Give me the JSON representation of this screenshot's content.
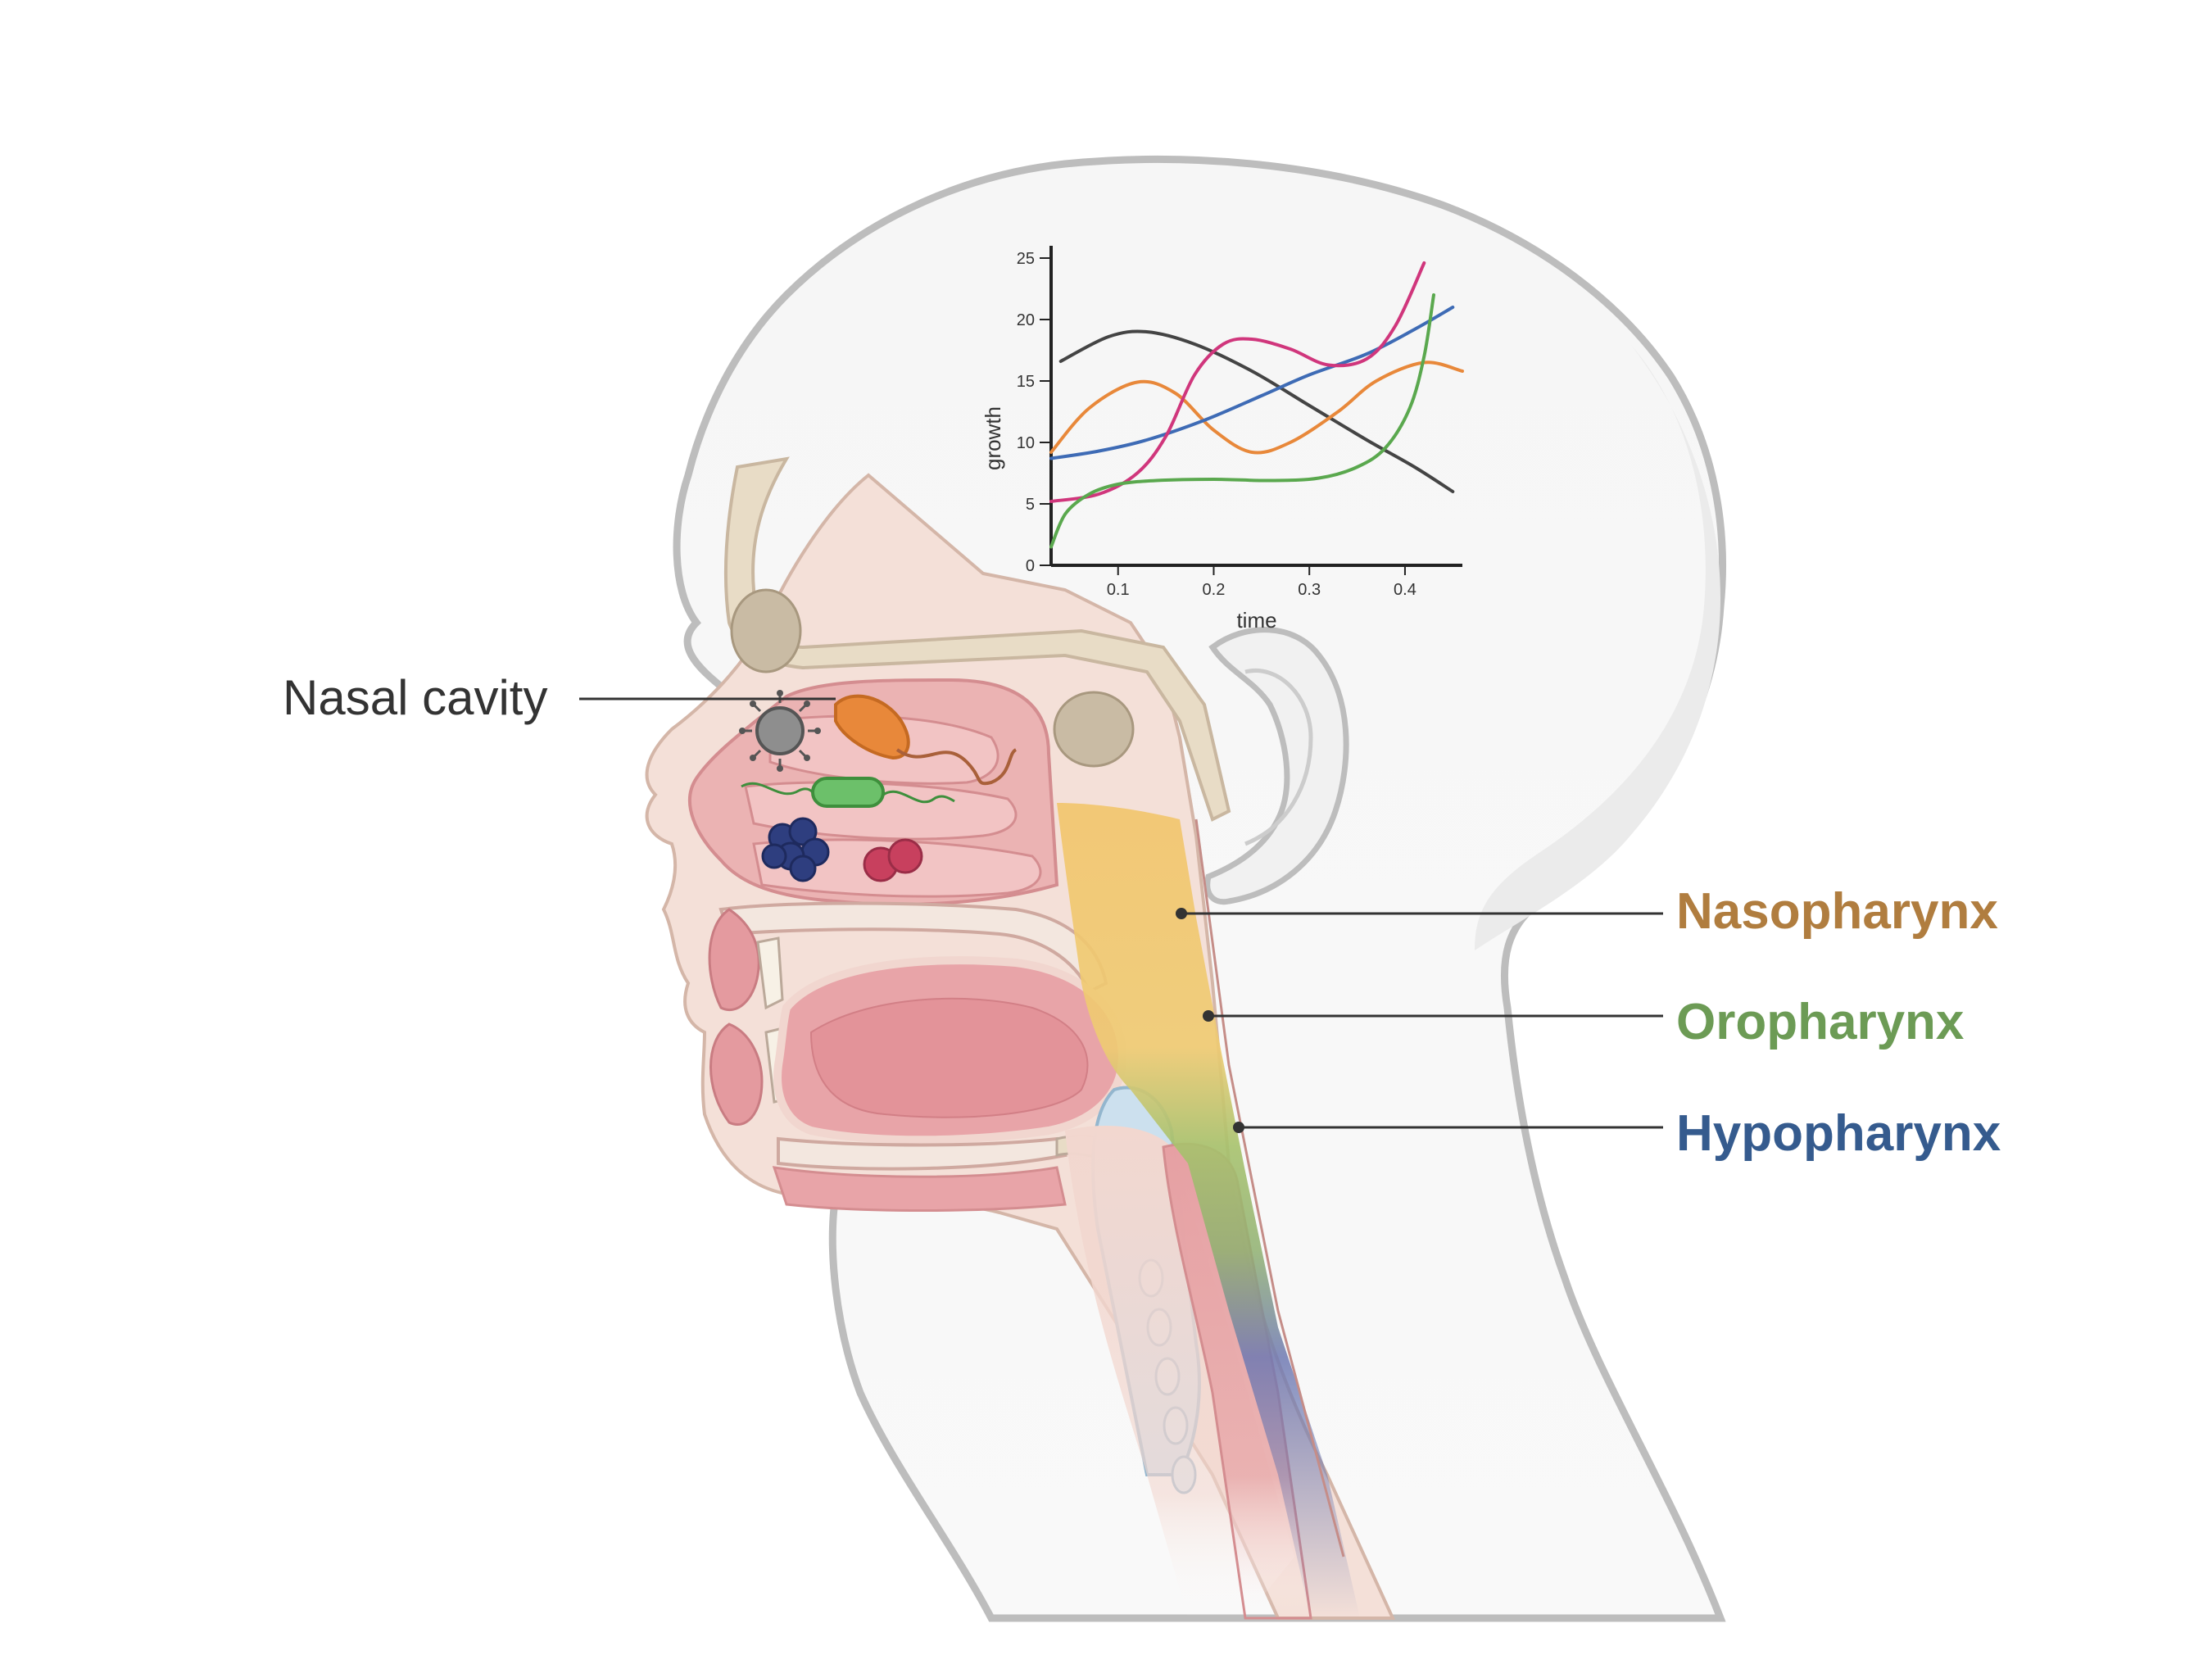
{
  "labels": {
    "nasal_cavity": "Nasal cavity",
    "nasopharynx": "Nasopharynx",
    "oropharynx": "Oropharynx",
    "hypopharynx": "Hypopharynx"
  },
  "colors": {
    "nasopharynx": "#B07D3F",
    "oropharynx": "#6C9B55",
    "hypopharynx": "#355B8E",
    "label_text": "#333333",
    "head_outline": "#B5B5B5",
    "tissue_pink": "#E9A3A6"
  },
  "microbes": [
    "virus-icon",
    "rod-bacterium-icon",
    "flagellated-bacterium-icon",
    "cluster-cocci-icon",
    "diplococci-icon"
  ],
  "chart_data": {
    "type": "line",
    "xlabel": "time",
    "ylabel": "growth",
    "x_ticks": [
      0.1,
      0.2,
      0.3,
      0.4
    ],
    "y_ticks": [
      0,
      5,
      10,
      15,
      20,
      25
    ],
    "xlim": [
      0.03,
      0.46
    ],
    "ylim": [
      0,
      26
    ],
    "grid": false,
    "series": [
      {
        "color": "#444444",
        "x": [
          0.04,
          0.09,
          0.13,
          0.18,
          0.24,
          0.3,
          0.36,
          0.41,
          0.45
        ],
        "y": [
          16.6,
          18.6,
          19.0,
          18.0,
          15.8,
          13.0,
          10.2,
          8.0,
          6.0
        ]
      },
      {
        "color": "#E8883A",
        "x": [
          0.03,
          0.07,
          0.12,
          0.16,
          0.2,
          0.24,
          0.28,
          0.33,
          0.37,
          0.42,
          0.46
        ],
        "y": [
          9.2,
          12.8,
          14.9,
          14.0,
          11.0,
          9.2,
          10.0,
          12.5,
          15.0,
          16.5,
          15.8
        ]
      },
      {
        "color": "#3E6BB5",
        "x": [
          0.03,
          0.08,
          0.13,
          0.19,
          0.25,
          0.3,
          0.36,
          0.41,
          0.45
        ],
        "y": [
          8.7,
          9.3,
          10.2,
          11.8,
          13.8,
          15.5,
          17.2,
          19.2,
          21.0
        ]
      },
      {
        "color": "#D0367C",
        "x": [
          0.03,
          0.08,
          0.12,
          0.15,
          0.18,
          0.21,
          0.24,
          0.28,
          0.32,
          0.36,
          0.39,
          0.42
        ],
        "y": [
          5.2,
          5.8,
          7.5,
          10.5,
          15.5,
          18.0,
          18.4,
          17.6,
          16.3,
          16.8,
          19.5,
          24.6
        ]
      },
      {
        "color": "#5AA84E",
        "x": [
          0.03,
          0.045,
          0.07,
          0.1,
          0.14,
          0.2,
          0.26,
          0.31,
          0.35,
          0.38,
          0.405,
          0.42,
          0.43
        ],
        "y": [
          1.5,
          4.2,
          5.8,
          6.6,
          6.9,
          7.0,
          6.9,
          7.1,
          8.0,
          9.6,
          12.8,
          17.0,
          22.0
        ]
      }
    ]
  }
}
